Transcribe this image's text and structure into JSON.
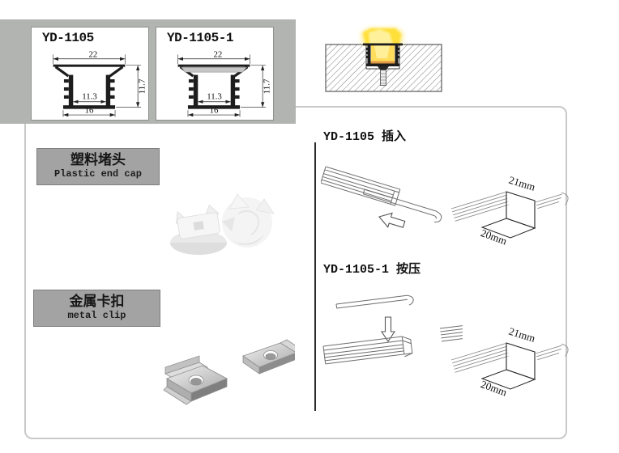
{
  "profile_panel": {
    "boxes": [
      {
        "name": "YD-1105",
        "dim_top": "22",
        "dim_inner": "11.3",
        "dim_bottom": "16",
        "dim_side": "11.7",
        "has_cover": false
      },
      {
        "name": "YD-1105-1",
        "dim_top": "22",
        "dim_inner": "11.3",
        "dim_bottom": "16",
        "dim_side": "11.7",
        "has_cover": true
      }
    ]
  },
  "accessories": [
    {
      "title_zh": "塑料堵头",
      "title_en": "Plastic end cap"
    },
    {
      "title_zh": "金属卡扣",
      "title_en": "metal clip"
    }
  ],
  "install_sections": [
    {
      "heading": "YD-1105 插入",
      "cut_top": "21mm",
      "cut_bottom": "20mm"
    },
    {
      "heading": "YD-1105-1 按压",
      "cut_top": "21mm",
      "cut_bottom": "20mm"
    }
  ],
  "colors": {
    "panel_gray": "#b2b4b1",
    "label_gray": "#a3a3a3",
    "frame_gray": "#c7cac7",
    "beam_yellow": "#ffdf35",
    "led_orange": "#e09a44",
    "profile_black": "#1d1d1d"
  }
}
